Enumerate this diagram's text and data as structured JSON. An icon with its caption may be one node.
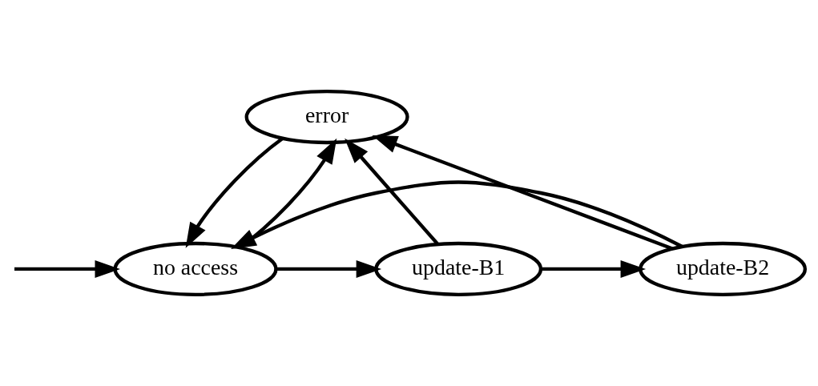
{
  "diagram": {
    "nodes": [
      {
        "text": [
          "error"
        ]
      },
      {
        "text": [
          "no access"
        ]
      },
      {
        "text": [
          "update-B1"
        ]
      },
      {
        "text": [
          "update-B2"
        ]
      }
    ],
    "edges": [
      {
        "from": null,
        "to": 1,
        "arrow": "to"
      },
      {
        "from": 1,
        "to": 0,
        "arrow": "to"
      },
      {
        "from": 0,
        "to": 1,
        "arrow": "to"
      },
      {
        "from": 1,
        "to": 2,
        "arrow": "to"
      },
      {
        "from": 2,
        "to": 0,
        "arrow": "to"
      },
      {
        "from": 2,
        "to": 3,
        "arrow": "to"
      },
      {
        "from": 3,
        "to": 0,
        "arrow": "to"
      },
      {
        "from": 3,
        "to": 1,
        "arrow": "to"
      }
    ]
  }
}
